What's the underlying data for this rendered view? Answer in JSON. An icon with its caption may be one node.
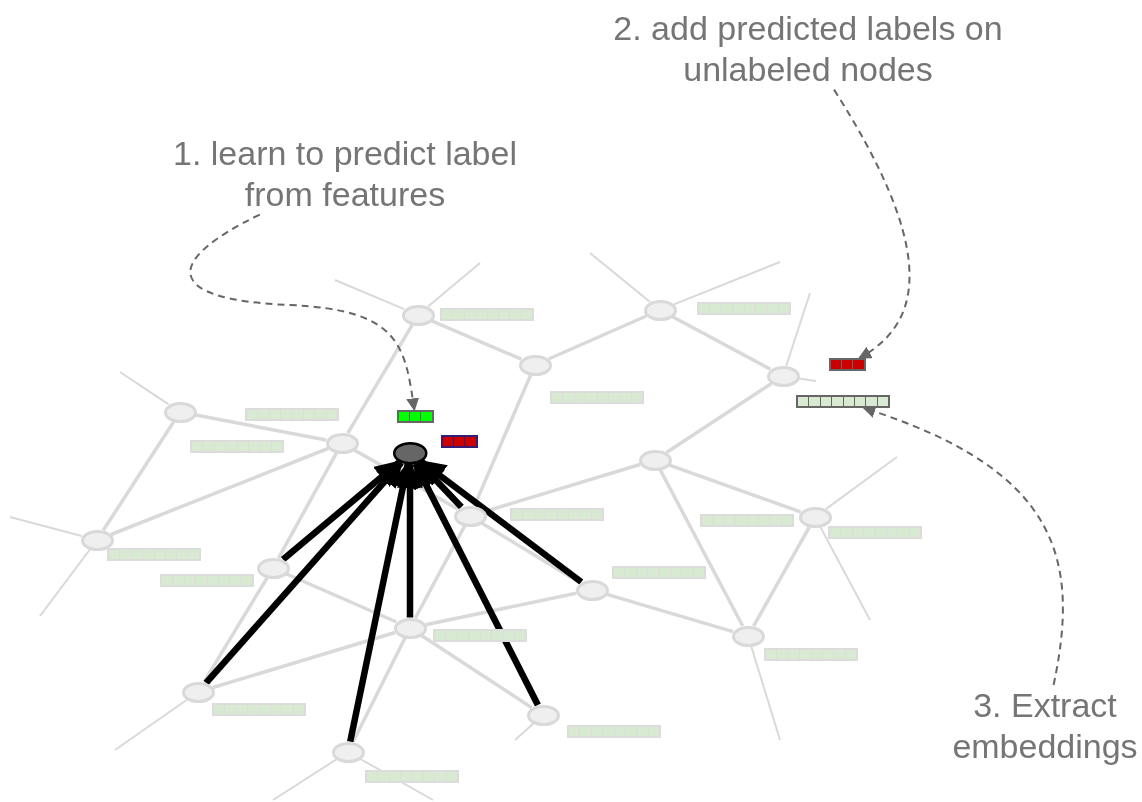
{
  "diagram": {
    "nodes": [
      {
        "text": [
          "1. learn to predict label from features"
        ]
      },
      {
        "text": [
          "2. add predicted labels on unlabeled nodes"
        ]
      },
      {
        "text": [
          "3. Extract embeddings"
        ]
      },
      {
        "text": [],
        "shape": "ellipse"
      },
      {
        "text": [],
        "shape": "ellipse"
      },
      {
        "text": [],
        "shape": "ellipse"
      },
      {
        "text": [],
        "shape": "ellipse"
      },
      {
        "text": [],
        "shape": "ellipse"
      },
      {
        "text": [],
        "shape": "ellipse"
      },
      {
        "text": [],
        "shape": "ellipse"
      },
      {
        "text": [],
        "shape": "ellipse"
      },
      {
        "text": [],
        "shape": "ellipse"
      },
      {
        "text": [],
        "shape": "ellipse"
      },
      {
        "text": [],
        "shape": "ellipse"
      },
      {
        "text": [],
        "shape": "ellipse"
      },
      {
        "text": [],
        "shape": "ellipse"
      },
      {
        "text": [],
        "shape": "ellipse"
      },
      {
        "text": [],
        "shape": "ellipse"
      },
      {
        "text": [],
        "shape": "ellipse"
      },
      {
        "text": [],
        "shape": "ellipse"
      },
      {
        "text": [],
        "shape": "ellipse"
      },
      {
        "text": [],
        "shape": "bar"
      },
      {
        "text": [],
        "shape": "bar"
      },
      {
        "text": [],
        "shape": "bar"
      },
      {
        "text": [],
        "shape": "bar"
      },
      {
        "text": [],
        "shape": "bar"
      },
      {
        "text": [],
        "shape": "bar"
      },
      {
        "text": [],
        "shape": "bar"
      },
      {
        "text": [],
        "shape": "bar"
      },
      {
        "text": [],
        "shape": "bar"
      },
      {
        "text": [],
        "shape": "bar"
      },
      {
        "text": [],
        "shape": "bar"
      },
      {
        "text": [],
        "shape": "bar"
      },
      {
        "text": [],
        "shape": "bar"
      },
      {
        "text": [],
        "shape": "bar"
      },
      {
        "text": [],
        "shape": "bar"
      },
      {
        "text": [],
        "shape": "bar"
      },
      {
        "text": [],
        "shape": "bar"
      },
      {
        "text": [],
        "shape": "bar"
      },
      {
        "text": [],
        "shape": "bar"
      },
      {
        "text": [],
        "shape": "bar"
      }
    ],
    "edges": [
      {
        "from": 4,
        "to": 8,
        "arrow": "none"
      },
      {
        "from": 4,
        "to": 5,
        "arrow": "none"
      },
      {
        "from": 5,
        "to": 3,
        "arrow": "none"
      },
      {
        "from": 3,
        "to": 6,
        "arrow": "none"
      },
      {
        "from": 5,
        "to": 11,
        "arrow": "none"
      },
      {
        "from": 6,
        "to": 10,
        "arrow": "none"
      },
      {
        "from": 11,
        "to": 10,
        "arrow": "none"
      },
      {
        "from": 10,
        "to": 12,
        "arrow": "none"
      },
      {
        "from": 10,
        "to": 17,
        "arrow": "none"
      },
      {
        "from": 12,
        "to": 17,
        "arrow": "none"
      },
      {
        "from": 7,
        "to": 8,
        "arrow": "none"
      },
      {
        "from": 7,
        "to": 13,
        "arrow": "none"
      },
      {
        "from": 13,
        "to": 8,
        "arrow": "none"
      },
      {
        "from": 8,
        "to": 14,
        "arrow": "none"
      },
      {
        "from": 8,
        "to": 11,
        "arrow": "none"
      },
      {
        "from": 11,
        "to": 16,
        "arrow": "none"
      },
      {
        "from": 11,
        "to": 15,
        "arrow": "none"
      },
      {
        "from": 14,
        "to": 16,
        "arrow": "none"
      },
      {
        "from": 14,
        "to": 18,
        "arrow": "none"
      },
      {
        "from": 18,
        "to": 16,
        "arrow": "none"
      },
      {
        "from": 16,
        "to": 15,
        "arrow": "none"
      },
      {
        "from": 16,
        "to": 20,
        "arrow": "none"
      },
      {
        "from": 16,
        "to": 19,
        "arrow": "none"
      },
      {
        "from": 15,
        "to": 17,
        "arrow": "none"
      },
      {
        "from": 4,
        "to": null,
        "arrow": "none"
      },
      {
        "from": 4,
        "to": null,
        "arrow": "none"
      },
      {
        "from": 3,
        "to": null,
        "arrow": "none"
      },
      {
        "from": 3,
        "to": null,
        "arrow": "none"
      },
      {
        "from": 6,
        "to": null,
        "arrow": "none"
      },
      {
        "from": 6,
        "to": null,
        "arrow": "none"
      },
      {
        "from": 7,
        "to": null,
        "arrow": "none"
      },
      {
        "from": 13,
        "to": null,
        "arrow": "none"
      },
      {
        "from": 13,
        "to": null,
        "arrow": "none"
      },
      {
        "from": 12,
        "to": null,
        "arrow": "none"
      },
      {
        "from": 12,
        "to": null,
        "arrow": "none"
      },
      {
        "from": 17,
        "to": null,
        "arrow": "none"
      },
      {
        "from": 18,
        "to": null,
        "arrow": "none"
      },
      {
        "from": 20,
        "to": null,
        "arrow": "none"
      },
      {
        "from": 20,
        "to": null,
        "arrow": "none"
      },
      {
        "from": 19,
        "to": null,
        "arrow": "none"
      },
      {
        "from": 14,
        "to": 9,
        "arrow": "to",
        "style": "thick",
        "color": "#000000"
      },
      {
        "from": 18,
        "to": 9,
        "arrow": "to",
        "style": "thick",
        "color": "#000000"
      },
      {
        "from": 20,
        "to": 9,
        "arrow": "to",
        "style": "thick",
        "color": "#000000"
      },
      {
        "from": 16,
        "to": 9,
        "arrow": "to",
        "style": "thick",
        "color": "#000000"
      },
      {
        "from": 19,
        "to": 9,
        "arrow": "to",
        "style": "thick",
        "color": "#000000"
      },
      {
        "from": 15,
        "to": 9,
        "arrow": "to",
        "style": "thick",
        "color": "#000000"
      },
      {
        "from": 11,
        "to": 9,
        "arrow": "to",
        "style": "thick",
        "color": "#000000"
      },
      {
        "from": 0,
        "to": 26,
        "arrow": "to",
        "style": "dashed",
        "color": "#666666"
      },
      {
        "from": 1,
        "to": 23,
        "arrow": "to",
        "style": "dashed",
        "color": "#666666"
      },
      {
        "from": 2,
        "to": 25,
        "arrow": "to",
        "style": "dashed",
        "color": "#666666"
      }
    ]
  }
}
